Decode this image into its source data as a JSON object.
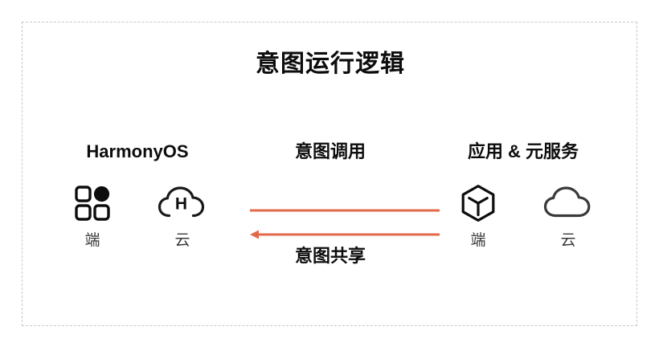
{
  "diagram": {
    "title": "意图运行逻辑",
    "accent_color": "#E1694A",
    "text_color": "#0d0d0d",
    "label_color": "#3a3a3a",
    "frame_border_color": "#c9c9c9",
    "background_color": "#ffffff"
  },
  "left": {
    "heading": "HarmonyOS",
    "nodes": [
      {
        "icon": "app-grid-icon",
        "label": "端"
      },
      {
        "icon": "harmony-cloud-icon",
        "label": "云"
      }
    ]
  },
  "right": {
    "heading": "应用 & 元服务",
    "nodes": [
      {
        "icon": "package-cube-icon",
        "label": "端"
      },
      {
        "icon": "cloud-icon",
        "label": "云"
      }
    ]
  },
  "center": {
    "top_caption": "意图调用",
    "bottom_caption": "意图共享",
    "arrows": [
      {
        "name": "arrow-invoke",
        "direction": "right"
      },
      {
        "name": "arrow-share",
        "direction": "left"
      }
    ]
  }
}
